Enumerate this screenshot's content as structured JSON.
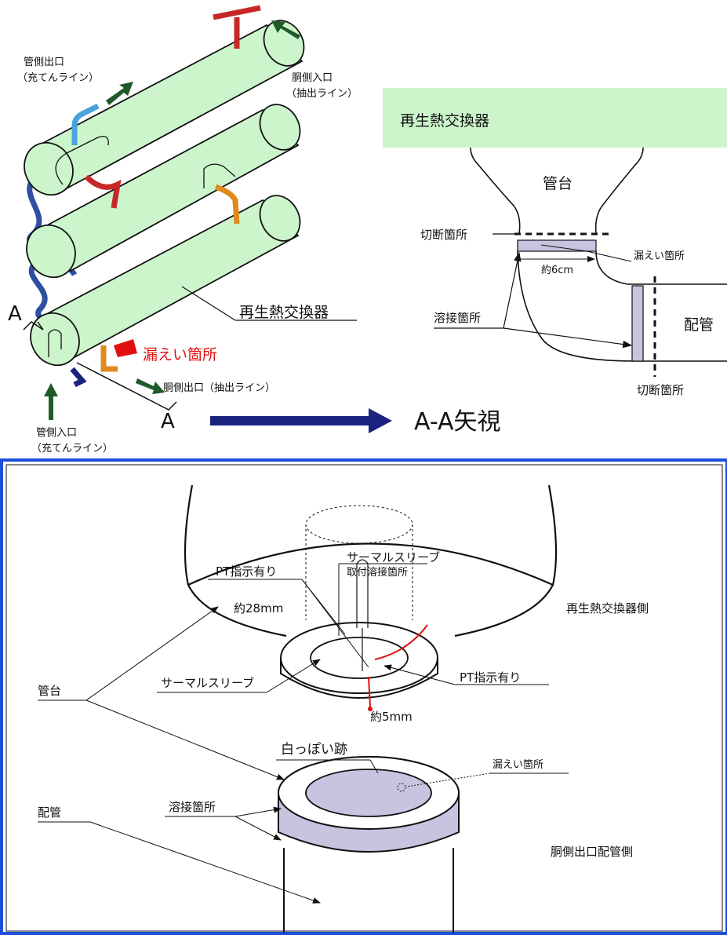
{
  "colors": {
    "vessel": "#ccf5cc",
    "weld": "#c8c4e0",
    "leak": "#e01010",
    "flow_arrow": "#1f5a2a",
    "view_arrow": "#1a237e",
    "pipe_red": "#c62828",
    "pipe_blue": "#2f4fa0",
    "pipe_lightblue": "#4aa3df",
    "pipe_orange": "#e08a1e",
    "frame": "#1d4ed8"
  },
  "top_left": {
    "tube_outlet": [
      "管側出口",
      "（充てんライン）"
    ],
    "shell_inlet": [
      "胴側入口",
      "（抽出ライン）"
    ],
    "regen_hx": "再生熱交換器",
    "leak_location": "漏えい箇所",
    "shell_outlet": "胴側出口（抽出ライン）",
    "tube_inlet": [
      "管側入口",
      "（充てんライン）"
    ],
    "section_mark_top": "A",
    "section_mark_bottom": "A",
    "view_label": "A-A矢視"
  },
  "top_right": {
    "regen_hx": "再生熱交換器",
    "nozzle": "管台",
    "cut_point_top": "切断箇所",
    "leak_location": "漏えい箇所",
    "approx_6cm": "約6cm",
    "weld_location": "溶接箇所",
    "piping": "配管",
    "cut_point_bottom": "切断箇所"
  },
  "bottom": {
    "thermal_sleeve_weld": [
      "サーマルスリーブ",
      "取付溶接箇所"
    ],
    "pt_indication_1": "PT指示有り",
    "approx_28mm": "約28mm",
    "regen_hx_side": "再生熱交換器側",
    "nozzle": "管台",
    "thermal_sleeve": "サーマルスリーブ",
    "pt_indication_2": "PT指示有り",
    "approx_5mm": "約5mm",
    "whitish_trace": "白っぽい跡",
    "leak_location": "漏えい箇所",
    "weld_location": "溶接箇所",
    "piping": "配管",
    "shell_outlet_pipe_side": "胴側出口配管側"
  }
}
